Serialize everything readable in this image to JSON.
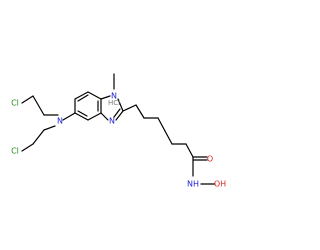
{
  "molecule": {
    "atoms": {
      "cl_top": "Cl",
      "cl_bottom": "Cl",
      "n_amine": "N",
      "n1": "N",
      "n3": "N",
      "methyl_label": "",
      "o_carbonyl": "O",
      "nh_label": "NH",
      "oh_label": "OH",
      "hcl_label": "HCl"
    },
    "colors": {
      "chlorine": "#228b22",
      "nitrogen": "#1f1fd6",
      "oxygen": "#d62828",
      "carbon": "#000000",
      "salt": "#7a7a7a"
    }
  }
}
